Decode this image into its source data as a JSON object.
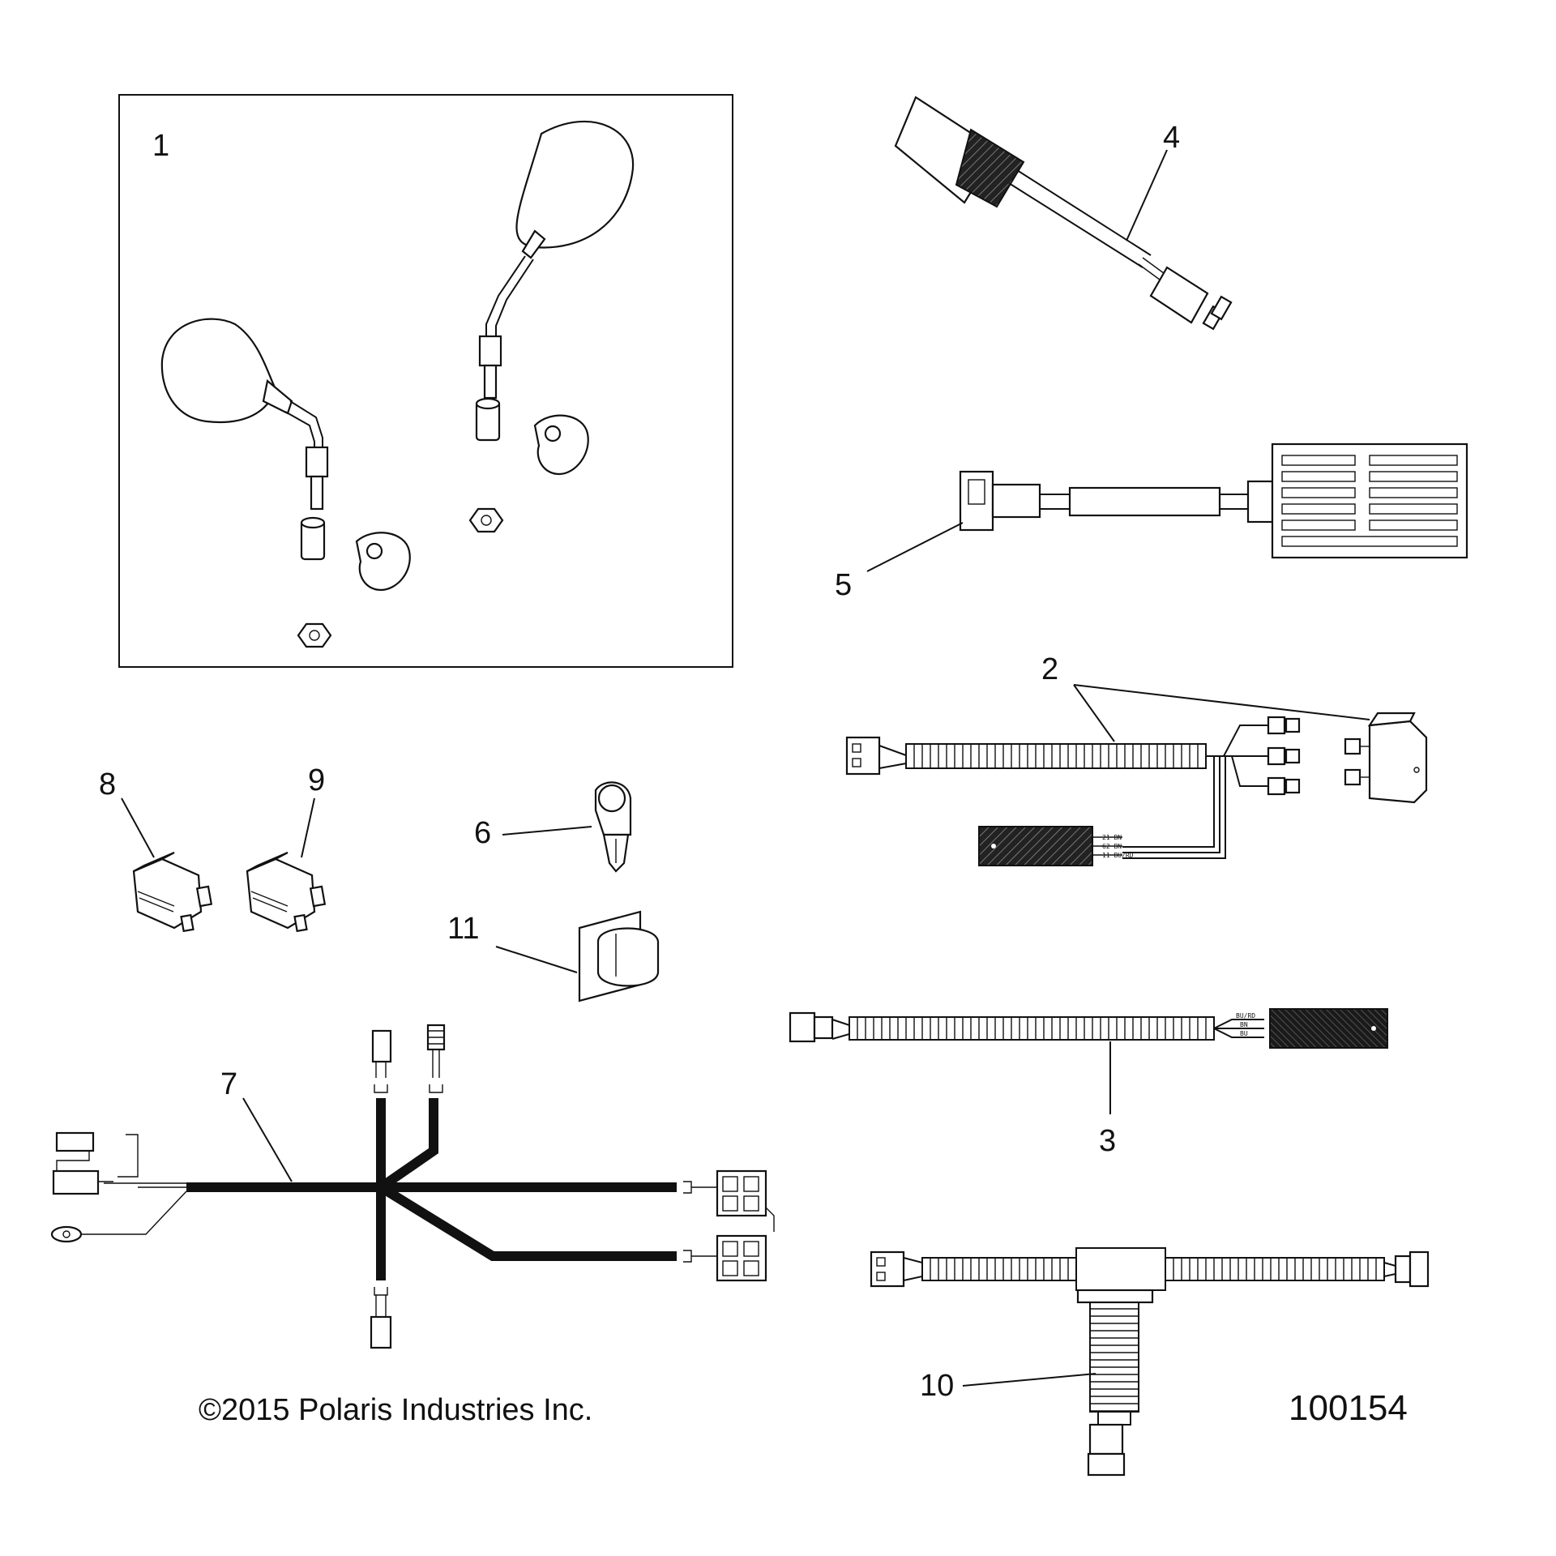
{
  "callouts": {
    "c1": "1",
    "c2": "2",
    "c3": "3",
    "c4": "4",
    "c5": "5",
    "c6": "6",
    "c7": "7",
    "c8": "8",
    "c9": "9",
    "c10": "10",
    "c11": "11"
  },
  "footer": {
    "copyright": "©2015 Polaris Industries Inc.",
    "diagram_number": "100154"
  },
  "wire_labels": {
    "item2": [
      "21 BN",
      "62 BN",
      "11 BU/RD"
    ],
    "item3": [
      "BU/RD",
      "BN",
      "BU"
    ]
  },
  "colors": {
    "ink": "#111111",
    "paper": "#ffffff"
  }
}
